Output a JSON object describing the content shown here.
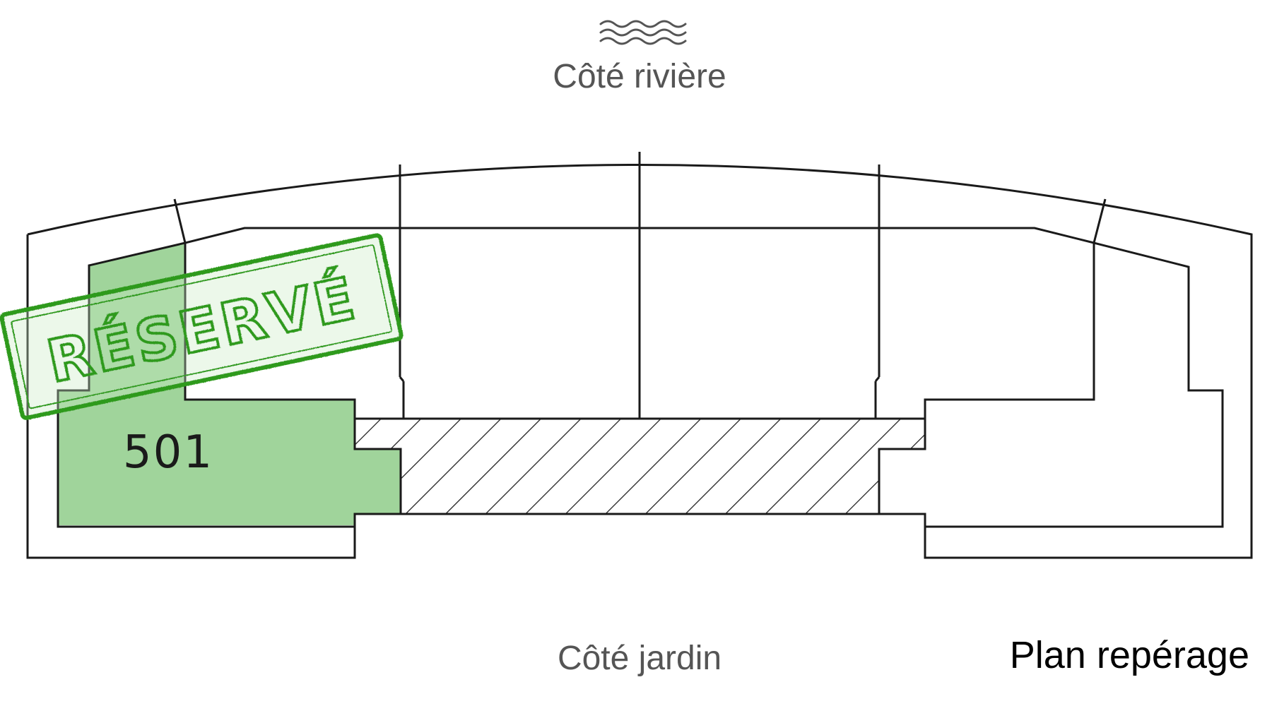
{
  "labels": {
    "river_side": "Côté rivière",
    "garden_side": "Côté jardin",
    "plan_title": "Plan repérage"
  },
  "icons": {
    "river": "water-waves-icon"
  },
  "units": [
    {
      "number": "501",
      "status": "RÉSERVÉ",
      "highlight_color": "#a0d49b"
    }
  ],
  "colors": {
    "stamp": "#2e9a1f",
    "line": "#1a1a1a",
    "label_gray": "#555555"
  }
}
